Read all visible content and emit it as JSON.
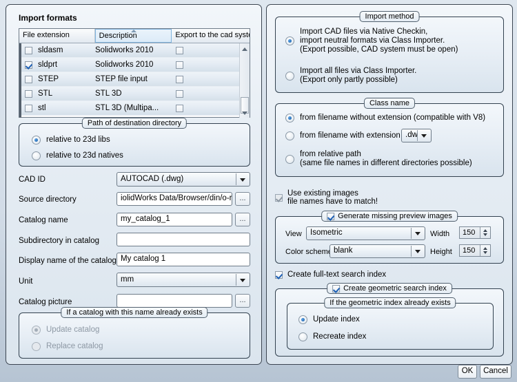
{
  "left": {
    "section_title": "Import formats",
    "table": {
      "columns": [
        "File extension",
        "Description",
        "Export to the cad system"
      ],
      "sorted_column": "Description",
      "rows": [
        {
          "checked": false,
          "extension": "sldasm",
          "description": "Solidworks 2010",
          "export": false
        },
        {
          "checked": true,
          "extension": "sldprt",
          "description": "Solidworks 2010",
          "export": false
        },
        {
          "checked": false,
          "extension": "STEP",
          "description": "STEP file input",
          "export": false
        },
        {
          "checked": false,
          "extension": "STL",
          "description": "STL 3D",
          "export": false
        },
        {
          "checked": false,
          "extension": "stl",
          "description": "STL 3D (Multipa...",
          "export": false
        }
      ]
    },
    "dest_group": {
      "title": "Path of destination directory",
      "options": [
        {
          "label": "relative to 23d libs",
          "selected": true
        },
        {
          "label": "relative to 23d natives",
          "selected": false
        }
      ]
    },
    "fields": {
      "cad_id_label": "CAD ID",
      "cad_id_value": "AUTOCAD (.dwg)",
      "source_dir_label": "Source directory",
      "source_dir_value": "iolidWorks Data/Browser/din/o-rings",
      "catalog_name_label": "Catalog name",
      "catalog_name_value": "my_catalog_1",
      "subdir_label": "Subdirectory in catalog",
      "subdir_value": "",
      "display_name_label": "Display name of the catalog",
      "display_name_value": "My catalog 1",
      "unit_label": "Unit",
      "unit_value": "mm",
      "catalog_picture_label": "Catalog picture",
      "catalog_picture_value": "",
      "browse_label": "..."
    },
    "exists_group": {
      "title": "If a catalog with this name already exists",
      "options": [
        {
          "label": "Update catalog",
          "selected": true,
          "disabled": true
        },
        {
          "label": "Replace catalog",
          "selected": false,
          "disabled": true
        }
      ]
    }
  },
  "right": {
    "import_method": {
      "title": "Import method",
      "options": [
        {
          "selected": true,
          "lines": [
            "Import CAD files via Native Checkin,",
            "import neutral formats via Class Importer.",
            "(Export possible, CAD system must be open)"
          ]
        },
        {
          "selected": false,
          "lines": [
            "Import all files via Class Importer.",
            "(Export only partly possible)"
          ]
        }
      ]
    },
    "class_name": {
      "title": "Class name",
      "options": [
        {
          "selected": true,
          "lines": [
            "from filename without extension (compatible with V8)"
          ]
        },
        {
          "selected": false,
          "lines": [
            "from filename with extension"
          ],
          "combo": ".dwg"
        },
        {
          "selected": false,
          "lines": [
            "from relative path",
            "(same file names in different directories possible)"
          ]
        }
      ]
    },
    "use_existing_images": {
      "checked": true,
      "lines": [
        "Use existing images",
        "file names have to match!"
      ]
    },
    "preview_group": {
      "title": "Generate missing preview images",
      "checked": true,
      "view_label": "View",
      "view_value": "Isometric",
      "width_label": "Width",
      "width_value": "150",
      "color_scheme_label": "Color scheme",
      "color_scheme_value": "blank",
      "height_label": "Height",
      "height_value": "150"
    },
    "fulltext_index": {
      "checked": true,
      "label": "Create full-text search index"
    },
    "geometric_group": {
      "title": "Create geometric search index",
      "checked": true,
      "inner_title": "If the geometric index already exists",
      "options": [
        {
          "label": "Update index",
          "selected": true
        },
        {
          "label": "Recreate index",
          "selected": false
        }
      ]
    }
  },
  "footer": {
    "ok_label": "OK",
    "cancel_label": "Cancel"
  }
}
